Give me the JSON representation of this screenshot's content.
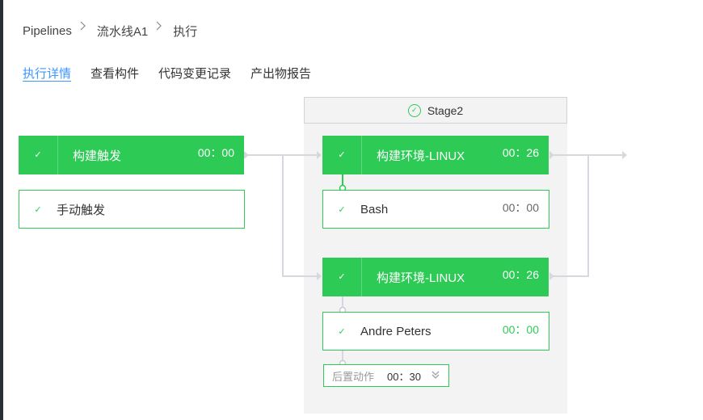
{
  "breadcrumb": {
    "items": [
      "Pipelines",
      "流水线A1",
      "执行"
    ]
  },
  "tabs": [
    {
      "label": "执行详情",
      "active": true
    },
    {
      "label": "查看构件",
      "active": false
    },
    {
      "label": "代码变更记录",
      "active": false
    },
    {
      "label": "产出物报告",
      "active": false
    }
  ],
  "trigger": {
    "header": {
      "name": "构建触发",
      "time": "00：00"
    },
    "task": {
      "name": "手动触发"
    }
  },
  "stage": {
    "name": "Stage2",
    "jobs": [
      {
        "name": "构建环境-LINUX",
        "time": "00：26",
        "task": {
          "name": "Bash",
          "time": "00：00"
        }
      },
      {
        "name": "构建环境-LINUX",
        "time": "00：26",
        "task": {
          "name": "Andre Peters",
          "time": "00：00"
        }
      }
    ],
    "post_action": {
      "label": "后置动作",
      "time": "00：30"
    }
  },
  "colors": {
    "success": "#2dcb56",
    "link": "#3c96ff",
    "connector": "#d5d8de"
  }
}
